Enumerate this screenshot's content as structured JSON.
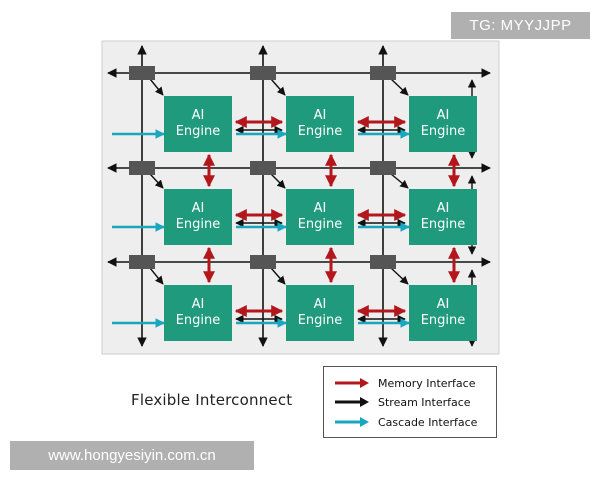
{
  "diagram": {
    "tiles": [
      {
        "label": "AI Engine"
      },
      {
        "label": "AI Engine"
      },
      {
        "label": "AI Engine"
      },
      {
        "label": "AI Engine"
      },
      {
        "label": "AI Engine"
      },
      {
        "label": "AI Engine"
      },
      {
        "label": "AI Engine"
      },
      {
        "label": "AI Engine"
      },
      {
        "label": "AI Engine"
      }
    ],
    "rows": 3,
    "cols": 3
  },
  "caption": "Flexible Interconnect",
  "legend": {
    "items": [
      {
        "label": "Memory Interface",
        "color": "#b3171c"
      },
      {
        "label": "Stream Interface",
        "color": "#111111"
      },
      {
        "label": "Cascade Interface",
        "color": "#19a7c0"
      }
    ]
  },
  "watermarks": {
    "top": "TG: MYYJJPP",
    "bottom": "www.hongyesiyin.com.cn"
  },
  "colors": {
    "tile_fill": "#1f9a7c",
    "switch_fill": "#555555",
    "panel_fill": "#eeeeee",
    "memory": "#b3171c",
    "stream": "#111111",
    "cascade": "#19a7c0"
  }
}
